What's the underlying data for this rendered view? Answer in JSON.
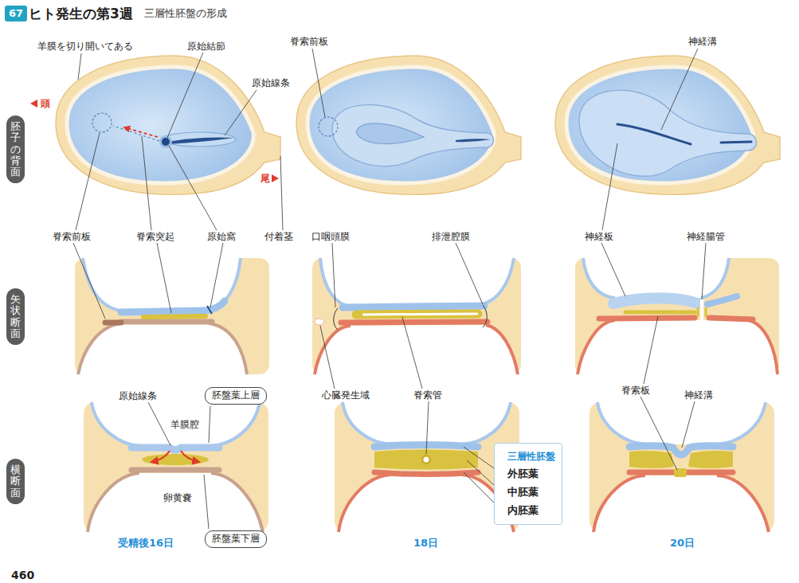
{
  "diagram": {
    "title": "ヒト発生の第3週",
    "nodes": [
      {
        "text": [
          "67"
        ]
      },
      {
        "text": [
          "胚子の背面"
        ]
      },
      {
        "text": [
          "矢状断面"
        ]
      },
      {
        "text": [
          "横断面"
        ]
      },
      {
        "text": [
          "胚盤葉上層"
        ]
      },
      {
        "text": [
          "三層性胚盤",
          "外胚葉",
          "中胚葉",
          "内胚葉"
        ]
      },
      {
        "text": [
          "胚盤葉下層"
        ]
      }
    ],
    "labels": [
      "三層性胚盤の形成",
      "羊膜を切り開いてある",
      "脊索前板",
      "神経溝",
      "原始結節",
      "原始線条",
      "頭",
      "尾",
      "脊索前板",
      "脊索突起",
      "原始窩",
      "付着茎",
      "口咽頭膜",
      "排泄腔膜",
      "神経板",
      "神経腸管",
      "原始線条",
      "心臓発生域",
      "脊索管",
      "脊索板",
      "神経溝",
      "羊膜腔",
      "卵黄嚢",
      "受精後16日",
      "18日",
      "20日",
      "460"
    ]
  }
}
